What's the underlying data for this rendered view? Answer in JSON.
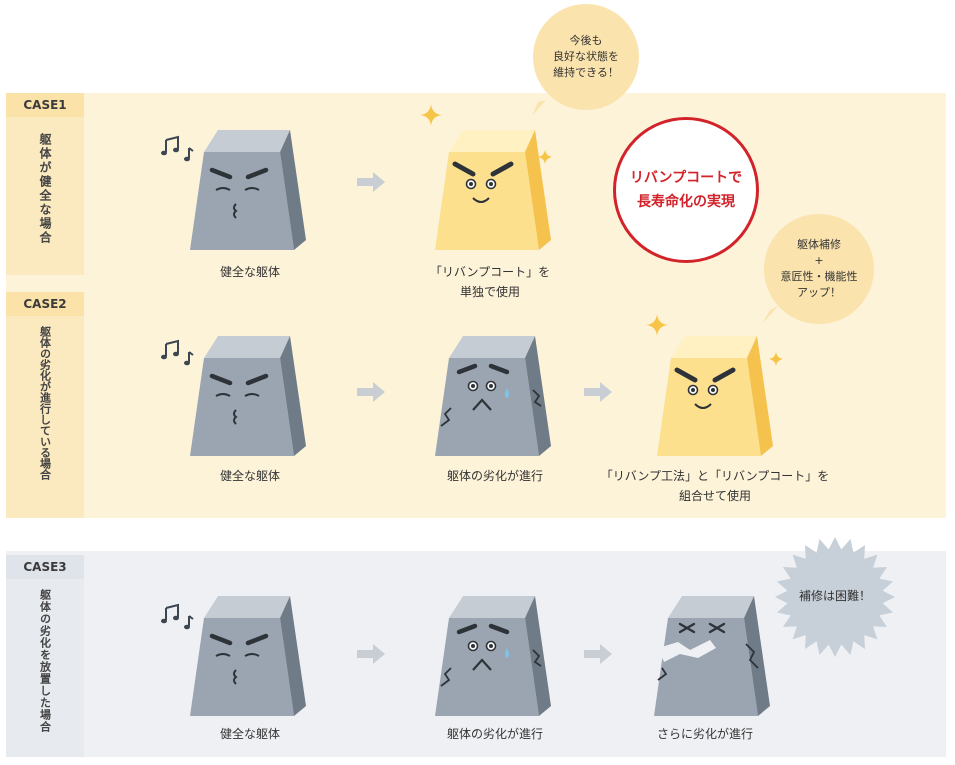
{
  "colors": {
    "band_warm": "#fdf3d9",
    "tab_warm": "#fbe2a8",
    "side_warm": "#fbe9c0",
    "band_cool": "#eef0f4",
    "tab_cool": "#dfe3ea",
    "side_cool": "#e7eaef",
    "accent_red": "#d2232a",
    "gray_block": "#9aa5b1",
    "yellow_block": "#fcdf8c"
  },
  "case1": {
    "tab": "CASE1",
    "side": "躯体が健全な場合",
    "caption1": "健全な躯体",
    "caption2": "「リバンプコート」を\n単独で使用",
    "bubble": "今後も\n良好な状態を\n維持できる！",
    "result": "リバンプコートで\n長寿命化の実現"
  },
  "case2": {
    "tab": "CASE2",
    "side": "躯体の劣化が進行している場合",
    "caption1": "健全な躯体",
    "caption2": "躯体の劣化が進行",
    "caption3": "「リバンプ工法」と「リバンプコート」を\n組合せて使用",
    "bubble": "躯体補修\n+\n意匠性・機能性\nアップ！"
  },
  "case3": {
    "tab": "CASE3",
    "side": "躯体の劣化を放置した場合",
    "caption1": "健全な躯体",
    "caption2": "躯体の劣化が進行",
    "caption3": "さらに劣化が進行",
    "burst": "補修は困難！"
  }
}
